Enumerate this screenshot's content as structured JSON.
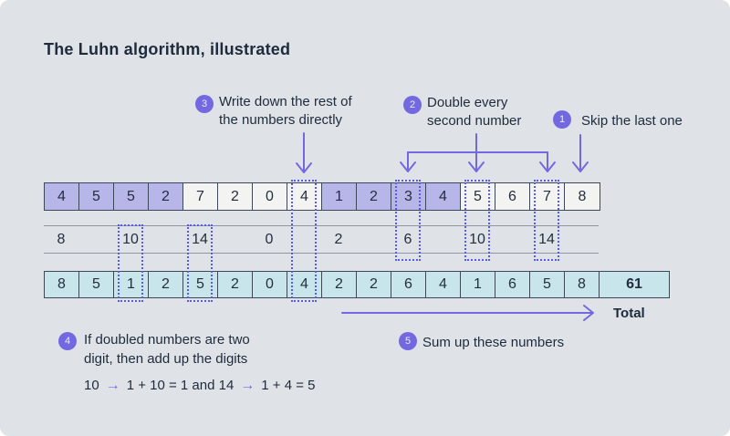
{
  "title": "The Luhn algorithm, illustrated",
  "colors": {
    "background": "#dfe3e7",
    "ink": "#1e2b3c",
    "accent_purple": "#7468e1",
    "dotted_outline": "#5a5ae8",
    "highlight_cell_purple": "#b8b5e9",
    "result_cell_cyan": "#c9e5ec",
    "cell_border": "#3e4757"
  },
  "annotations": {
    "step1": {
      "num": "1",
      "text": "Skip the last one"
    },
    "step2": {
      "num": "2",
      "line1": "Double every",
      "line2": "second number"
    },
    "step3": {
      "num": "3",
      "line1": "Write down the rest of",
      "line2": "the numbers directly"
    },
    "step4": {
      "num": "4",
      "line1": "If doubled numbers are two",
      "line2": "digit, then add up the digits"
    },
    "step5": {
      "num": "5",
      "text": "Sum up these numbers"
    }
  },
  "rows": {
    "top": {
      "digits": [
        "4",
        "5",
        "5",
        "2",
        "7",
        "2",
        "0",
        "4",
        "1",
        "2",
        "3",
        "4",
        "5",
        "6",
        "7",
        "8"
      ],
      "highlighted": [
        0,
        1,
        2,
        3,
        8,
        9,
        10,
        11
      ],
      "dotted_columns": [
        7,
        10,
        12,
        14
      ]
    },
    "middle": {
      "values": [
        "8",
        "10",
        "14",
        "0",
        "2",
        "6",
        "10",
        "14"
      ]
    },
    "bottom": {
      "digits": [
        "8",
        "5",
        "1",
        "2",
        "5",
        "2",
        "0",
        "4",
        "2",
        "2",
        "6",
        "4",
        "1",
        "6",
        "5",
        "8"
      ],
      "total": "61",
      "total_label": "Total"
    }
  },
  "formula": {
    "parts": [
      "10",
      "→",
      "1 + 10 = 1 and 14",
      "→",
      "1 + 4 = 5"
    ]
  }
}
